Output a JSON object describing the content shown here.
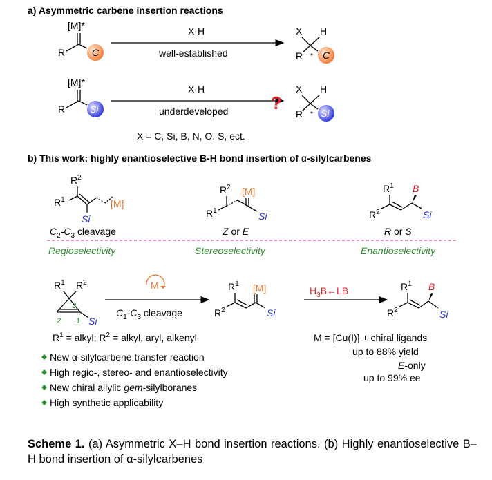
{
  "section_a": {
    "title": "a) Asymmetric carbene insertion reactions",
    "row1": {
      "metal": "[M]*",
      "r": "R",
      "ball": "C",
      "arrow_top": "X-H",
      "arrow_bottom": "well-established",
      "prod_x": "X",
      "prod_h": "H",
      "prod_r": "R",
      "star": "*"
    },
    "row2": {
      "metal": "[M]*",
      "r": "R",
      "ball": "Si",
      "arrow_top": "X-H",
      "arrow_bottom": "underdeveloped",
      "question": "?",
      "prod_x": "X",
      "prod_h": "H",
      "prod_r": "R",
      "star": "*"
    },
    "x_list": "X = C, Si, B, N, O, S, ect."
  },
  "section_b": {
    "title_prefix": "b) This work: highly enantioselective B-H bond insertion of ",
    "alpha": "α",
    "title_suffix": "-silylcarbenes",
    "s1": {
      "r2": "R",
      "sup2": "2",
      "r1": "R",
      "sup1": "1",
      "m": "[M]",
      "si": "Si",
      "cleave_a": "C",
      "sub2": "2",
      "dash": "-C",
      "sub3": "3",
      "cleave_b": " cleavage"
    },
    "s2": {
      "r2": "R",
      "sup2": "2",
      "r1": "R",
      "sup1": "1",
      "m": "[M]",
      "si": "Si",
      "z": "Z",
      "or": " or ",
      "e": "E"
    },
    "s3": {
      "r1": "R",
      "sup1": "1",
      "r2": "R",
      "sup2": "2",
      "b": "B",
      "si": "Si",
      "r": "R",
      "or": " or ",
      "s": "S"
    },
    "labels": [
      "Regioselectivity",
      "Stereoselectivity",
      "Enantioselectivity"
    ],
    "cyclo": {
      "r1": "R",
      "sup1": "1",
      "r2": "R",
      "sup2": "2",
      "n3": "3",
      "n2": "2",
      "n1": "1",
      "si": "Si"
    },
    "cat": "M",
    "arrow1_c1": "C",
    "arrow1_s1": "1",
    "arrow1_mid": "-C",
    "arrow1_s3": "3",
    "arrow1_end": " cleavage",
    "inter": {
      "r1": "R",
      "sup1": "1",
      "r2": "R",
      "sup2": "2",
      "m": "[M]",
      "si": "Si"
    },
    "arrow2": {
      "h": "H",
      "sub3": "3",
      "b": "B",
      "arrowhead": "←",
      "lb": "LB"
    },
    "product": {
      "r1": "R",
      "sup1": "1",
      "r2": "R",
      "sup2": "2",
      "b": "B",
      "si": "Si"
    },
    "r_def": {
      "r1": "R",
      "sup1": "1",
      "t1": " = alkyl; R",
      "sup2": "2",
      "t2": " = alkyl, aryl, alkenyl"
    },
    "m_def": "M = [Cu(I)] + chiral ligands",
    "yield": "up to 88% yield",
    "eonly_e": "E",
    "eonly_rest": "-only",
    "ee": "up to 99% ee",
    "bullets": [
      {
        "pre": "New ",
        "greek": "α",
        "post": "-silylcarbene transfer reaction"
      },
      {
        "pre": "High regio-, stereo- and enantioselectivity",
        "greek": "",
        "post": ""
      },
      {
        "pre": "New chiral allylic ",
        "greek": "gem",
        "post": "-silylboranes"
      },
      {
        "pre": "High synthetic applicability",
        "greek": "",
        "post": ""
      }
    ]
  },
  "caption": {
    "label": "Scheme 1.",
    "text": " (a) Asymmetric X–H bond insertion reactions. (b) Highly enantioselective B–H bond insertion of α-silylcarbenes"
  },
  "colors": {
    "orange": "#f07830",
    "blue": "#2a34d8",
    "red": "#e0202a",
    "green": "#2e8b2e",
    "pink_dash": "#e0509a"
  }
}
